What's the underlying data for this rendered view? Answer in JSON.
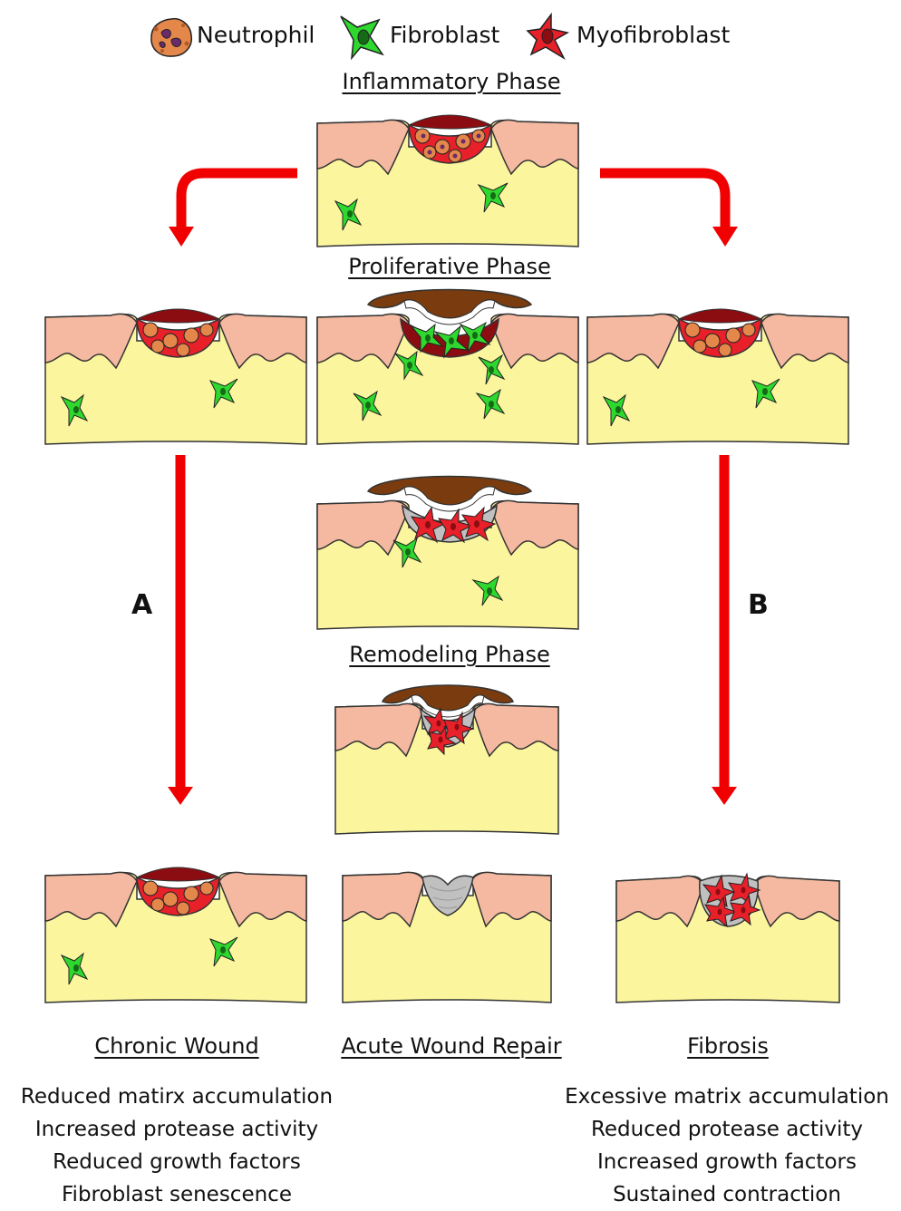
{
  "legend": {
    "neutrophil": "Neutrophil",
    "fibroblast": "Fibroblast",
    "myofibroblast": "Myofibroblast"
  },
  "phases": {
    "inflammatory": "Inflammatory Phase",
    "proliferative": "Proliferative Phase",
    "remodeling": "Remodeling Phase"
  },
  "pathways": {
    "a": "A",
    "b": "B"
  },
  "outcomes": {
    "chronic": {
      "title": "Chronic Wound",
      "items": [
        "Reduced matirx accumulation",
        "Increased protease activity",
        "Reduced growth factors",
        "Fibroblast senescence"
      ]
    },
    "acute": {
      "title": "Acute Wound Repair"
    },
    "fibrosis": {
      "title": "Fibrosis",
      "items": [
        "Excessive matrix accumulation",
        "Reduced protease activity",
        "Increased growth factors",
        "Sustained contraction"
      ]
    }
  },
  "colors": {
    "dermis": "#fbf59e",
    "epidermis": "#f4b9a0",
    "wound": "#e8202a",
    "wound_base": "#8b0d12",
    "scab": "#7a3c0e",
    "scar": "#c0c0c0",
    "neutrophil": "#e3874b",
    "fibroblast": "#2fd82f",
    "myofibroblast": "#e8202a",
    "arrow": "#f00000"
  }
}
